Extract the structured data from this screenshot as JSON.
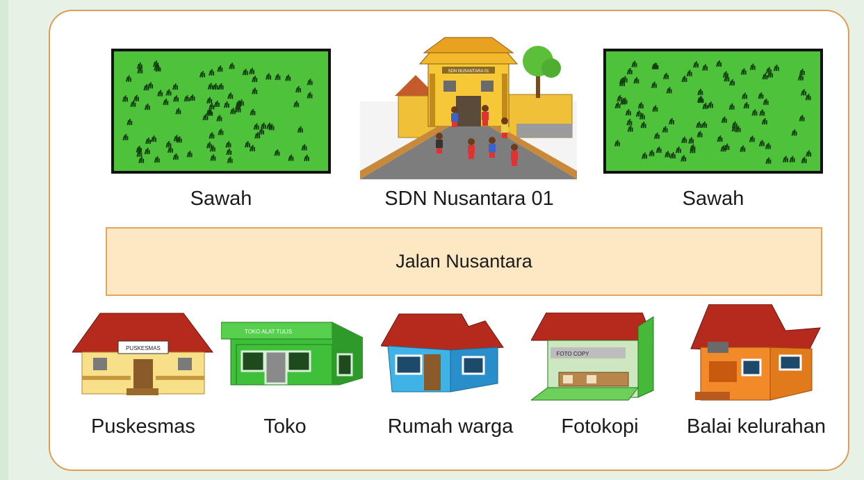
{
  "fields": {
    "left_label": "Sawah",
    "right_label": "Sawah"
  },
  "school": {
    "label": "SDN Nusantara 01",
    "sign_text": "SDN NUSANTARA 01"
  },
  "road": {
    "label": "Jalan Nusantara"
  },
  "buildings": {
    "puskesmas": {
      "label": "Puskesmas",
      "sign_text": "PUSKESMAS"
    },
    "toko": {
      "label": "Toko",
      "sign_text": "TOKO ALAT TULIS"
    },
    "rumah": {
      "label": "Rumah warga"
    },
    "fotokopi": {
      "label": "Fotokopi",
      "sign_text": "FOTO COPY"
    },
    "balai": {
      "label": "Balai kelurahan"
    }
  },
  "colors": {
    "frame": "#e39a52",
    "field": "#4ec23a",
    "road": "#fde8c4"
  }
}
